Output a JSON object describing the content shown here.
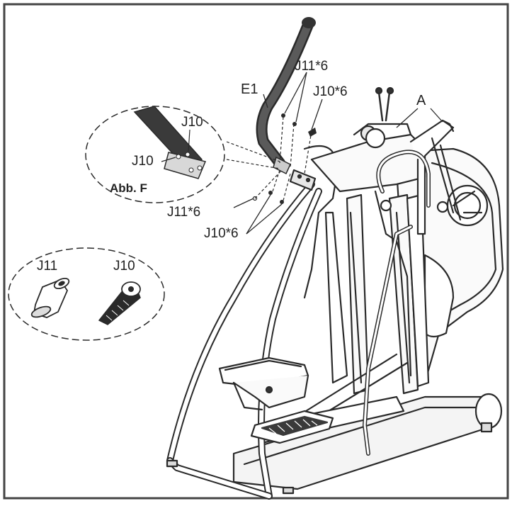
{
  "labels": {
    "part_a": "A",
    "part_e1": "E1",
    "j11_6_top": "J11*6",
    "j10_6_top": "J10*6",
    "j11_6_bottom": "J11*6",
    "j10_6_bottom": "J10*6",
    "detail_j10_upper": "J10",
    "detail_j10_lower": "J10",
    "detail_caption": "Abb. F",
    "hardware_j11": "J11",
    "hardware_j10": "J10"
  },
  "colors": {
    "line": "#2a2a2a",
    "handlebar": "#4a4a4a",
    "frame_border": "#444444",
    "pedal_tread": "#3a3a3a"
  },
  "icons": {
    "sleeve_nut": "j11-sleeve-nut-icon",
    "hex_bolt": "j10-hex-bolt-icon"
  }
}
